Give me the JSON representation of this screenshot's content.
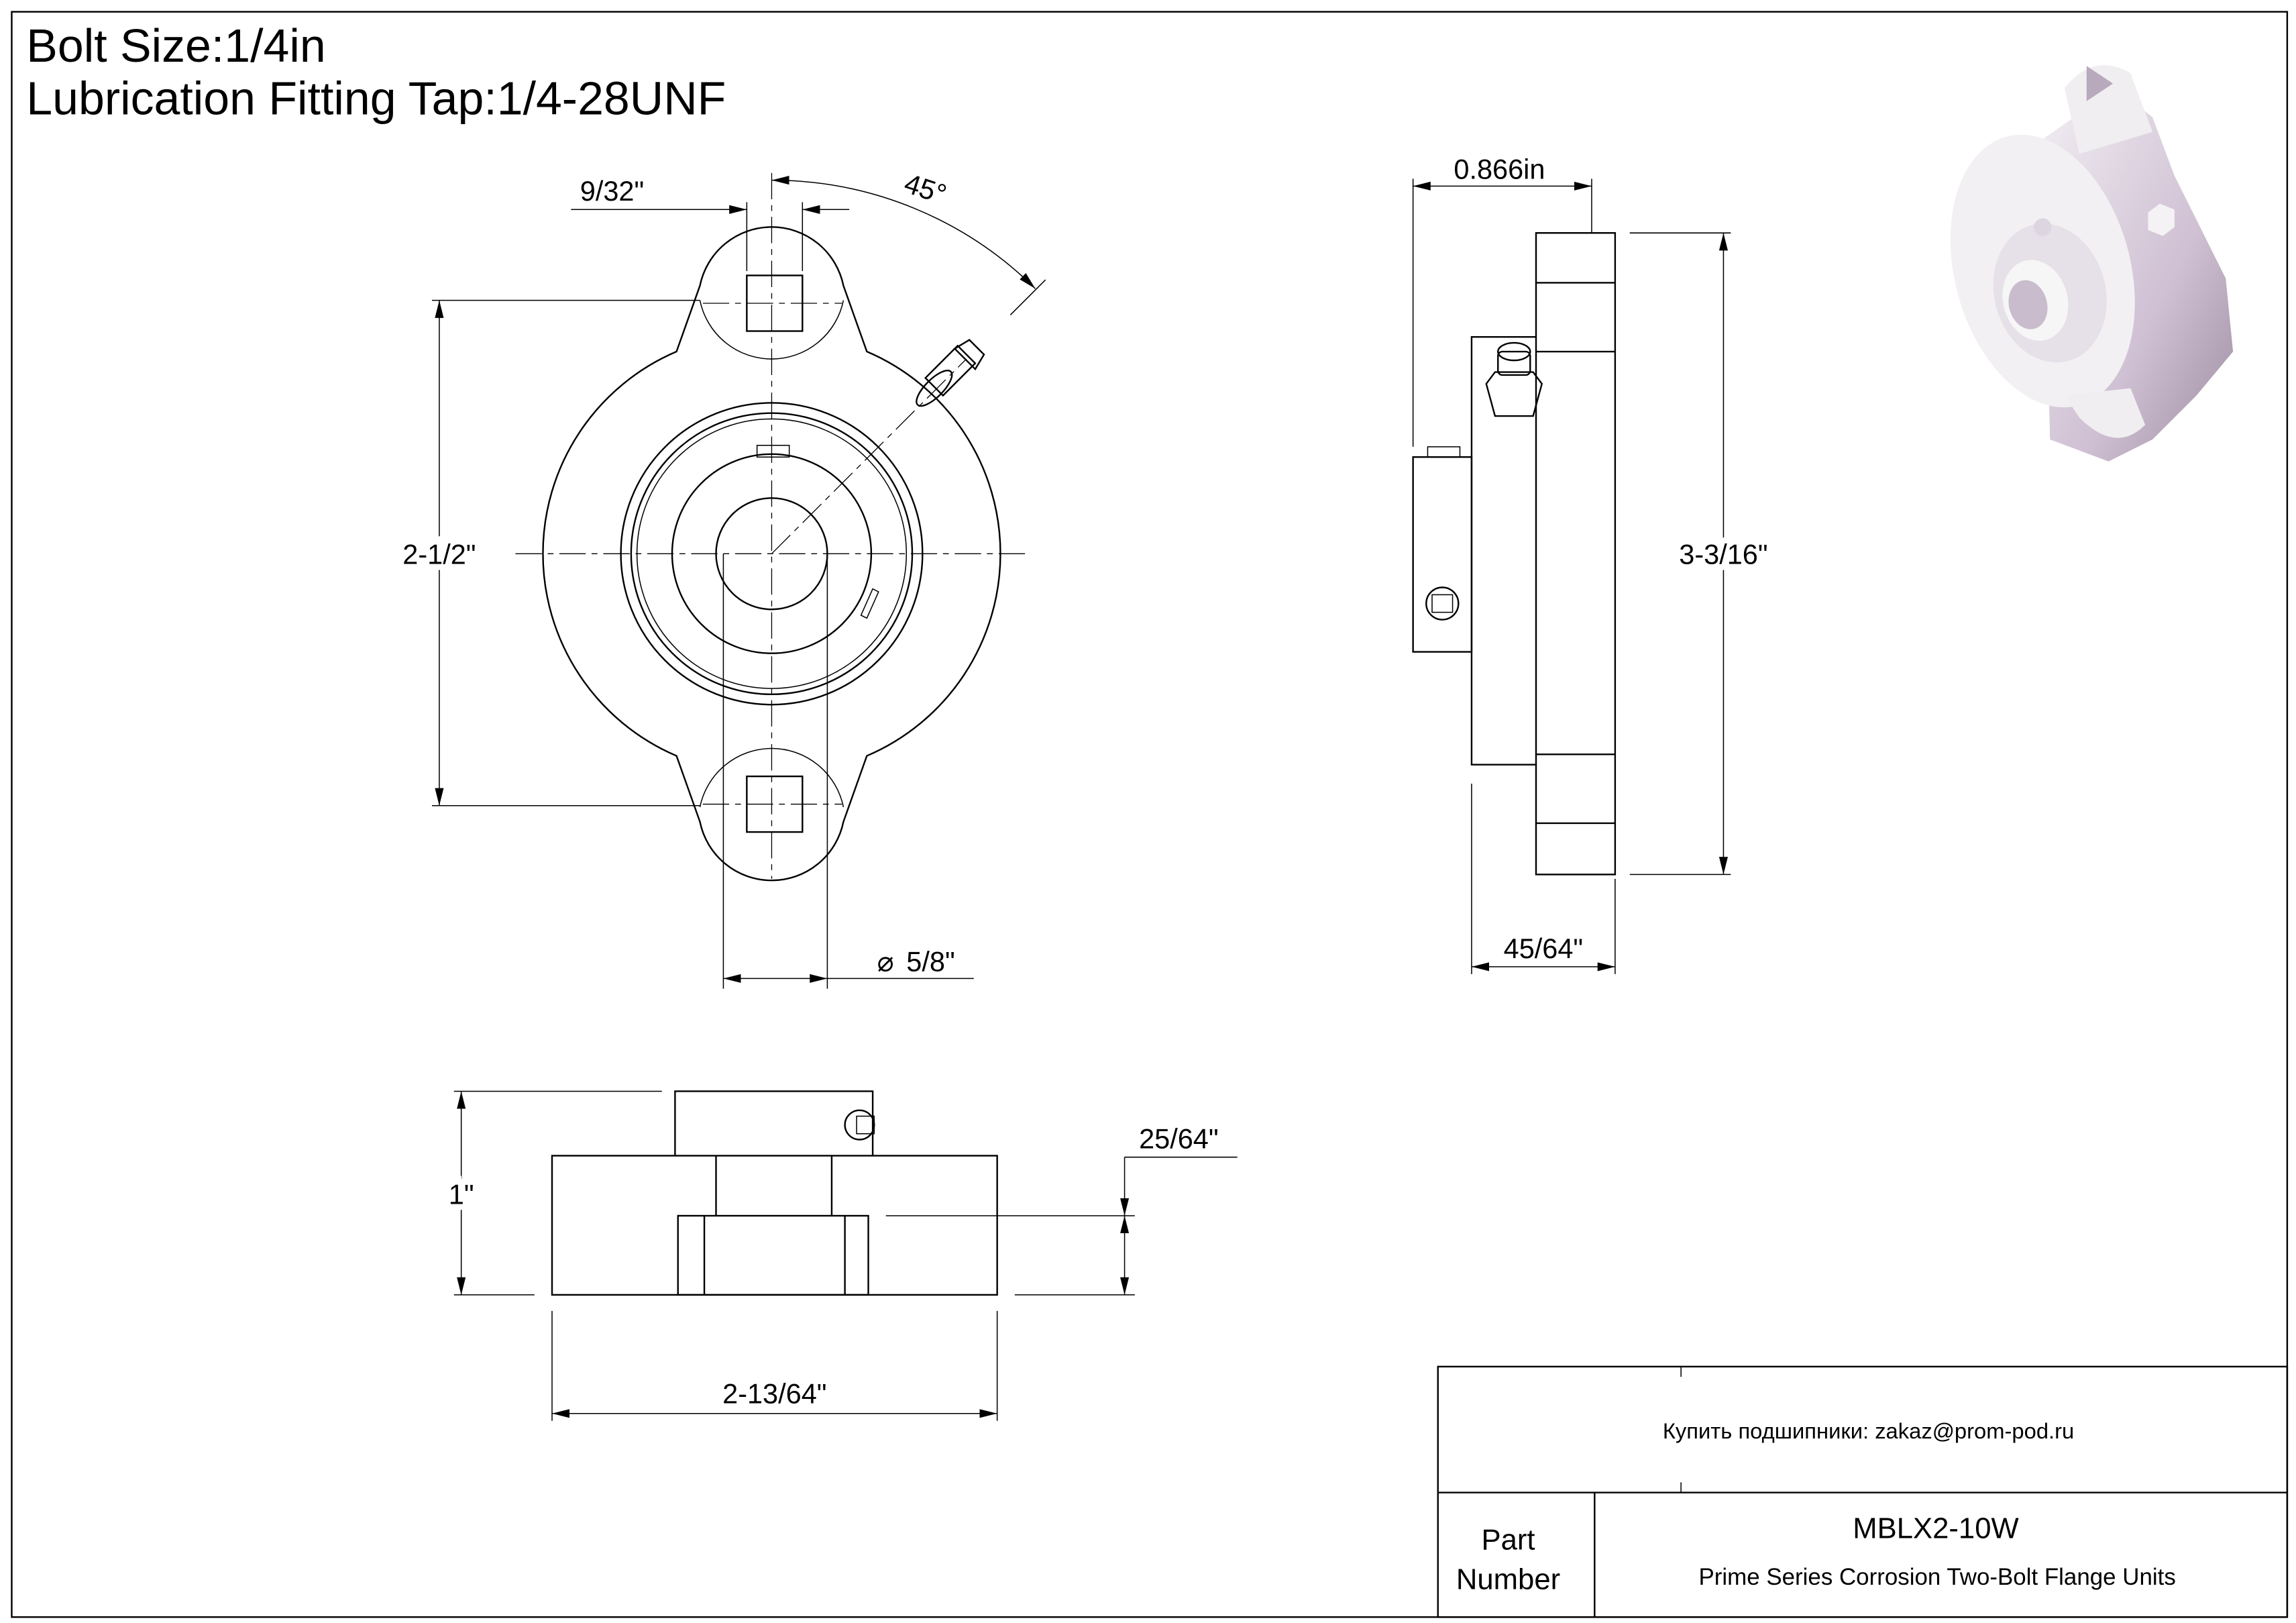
{
  "header": {
    "bolt_size": "Bolt Size:1/4in",
    "lubrication": "Lubrication Fitting Tap:1/4-28UNF"
  },
  "dimensions": {
    "bolt_hole": "9/32\"",
    "angle": "45°",
    "bolt_spacing": "2-1/2\"",
    "bore": "5/8\"",
    "bore_symbol": "⌀",
    "width_top": "0.866in",
    "overall_height": "3-3/16\"",
    "flange_width": "45/64\"",
    "total_height": "1\"",
    "flange_thickness": "25/64\"",
    "overall_width": "2-13/64\""
  },
  "title_block": {
    "contact": "Купить подшипники: zakaz@prom-pod.ru",
    "part_label_1": "Part",
    "part_label_2": "Number",
    "part_number": "MBLX2-10W",
    "description": "Prime Series Corrosion Two-Bolt Flange Units"
  },
  "colors": {
    "shade": "#cfc0d3",
    "shade_dark": "#a593a8"
  }
}
